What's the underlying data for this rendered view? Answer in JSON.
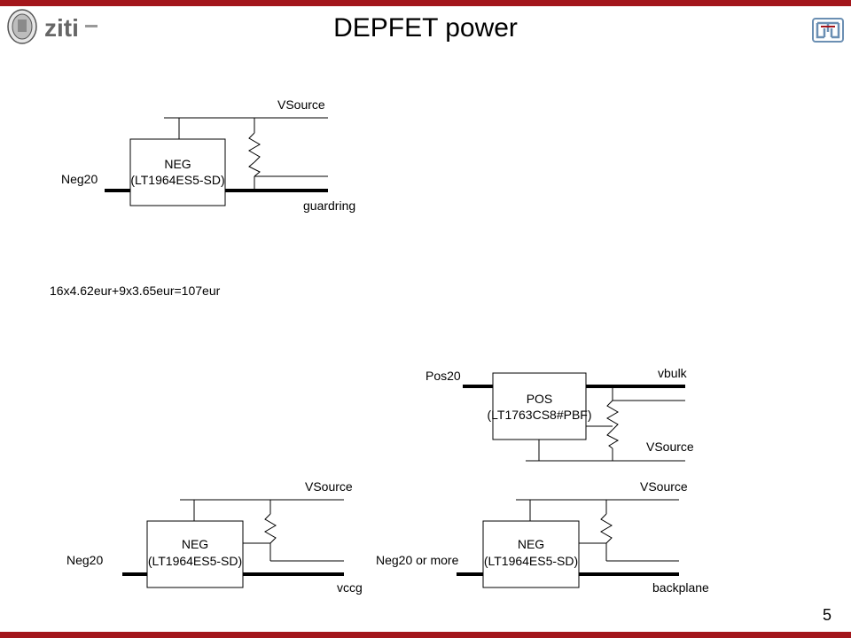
{
  "header": {
    "title": "DEPFET power",
    "logo_text": "ziti",
    "page_number": "5"
  },
  "colors": {
    "accent": "#a3161b",
    "line": "#000000"
  },
  "cost_note": "16x4.62eur+9x3.65eur=107eur",
  "circuits": [
    {
      "box_line1": "NEG",
      "box_line2": "(LT1964ES5-SD)",
      "input_label": "Neg20",
      "top_label": "VSource",
      "output_label": "guardring"
    },
    {
      "box_line1": "POS",
      "box_line2": "(LT1763CS8#PBF)",
      "input_label": "Pos20",
      "top_label": "vbulk",
      "output_label": "VSource"
    },
    {
      "box_line1": "NEG",
      "box_line2": "(LT1964ES5-SD)",
      "input_label": "Neg20",
      "top_label": "VSource",
      "output_label": "vccg"
    },
    {
      "box_line1": "NEG",
      "box_line2": "(LT1964ES5-SD)",
      "input_label": "Neg20 or more",
      "top_label": "VSource",
      "output_label": "backplane"
    }
  ]
}
